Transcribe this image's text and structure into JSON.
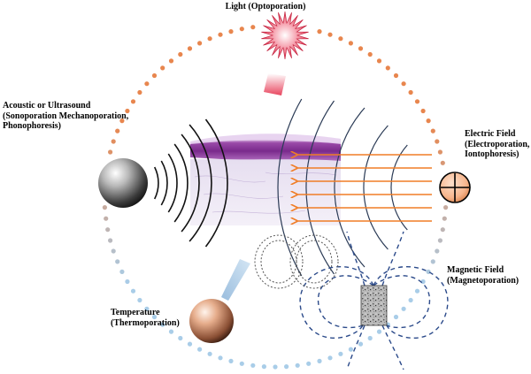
{
  "labels": {
    "light": "Light (Optoporation)",
    "acoustic": "Acoustic or Ultrasound\n(Sonoporation Mechanoporation,\nPhonophoresis)",
    "electric": "Electric Field\n(Electroporation,\nIontophoresis)",
    "magnetic": "Magnetic Field\n(Magnetoporation)",
    "temperature": "Temperature\n(Thermoporation)"
  },
  "colors": {
    "ring_top": "#e8864e",
    "ring_bottom": "#a9cde8",
    "light_burst": "#e8455e",
    "electric_arrows": "#f07d26",
    "electric_sphere": "#f6b48b",
    "magnetic_lines": "#2b4a8a",
    "skin_epidermis": "#8a3a9a",
    "skin_dermis": "#d8d0e8",
    "sound_waves": "#111111"
  }
}
